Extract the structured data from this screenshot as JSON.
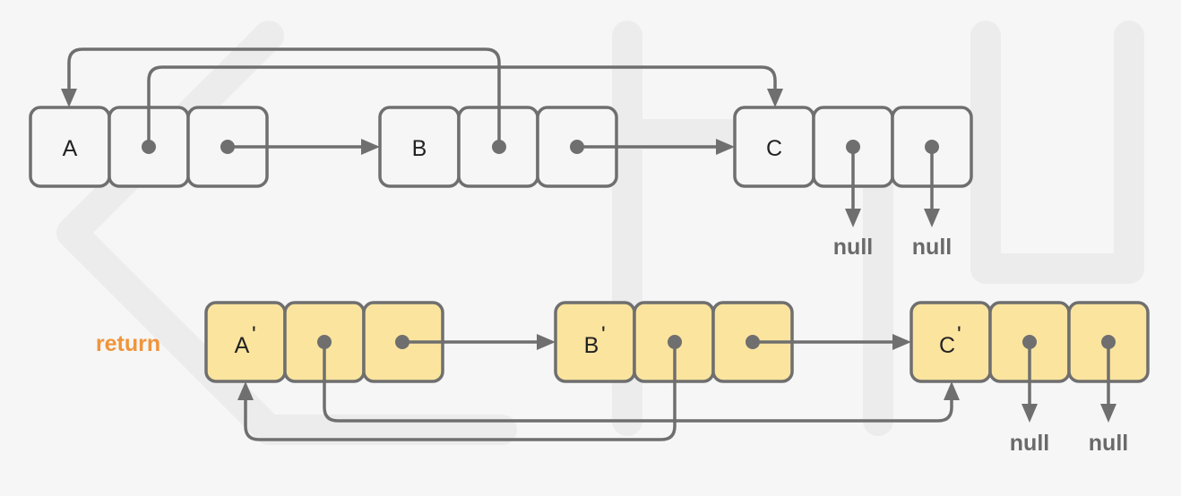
{
  "original_list": {
    "nodes": [
      {
        "label": "A",
        "next": "B",
        "random": "C"
      },
      {
        "label": "B",
        "next": "C",
        "random": "A"
      },
      {
        "label": "C",
        "next": "null",
        "random": "null"
      }
    ]
  },
  "copied_list": {
    "return_label": "return",
    "nodes": [
      {
        "label": "A",
        "mark": "'",
        "next": "B'",
        "random": "C'"
      },
      {
        "label": "B",
        "mark": "'",
        "next": "C'",
        "random": "A'"
      },
      {
        "label": "C",
        "mark": "'",
        "next": "null",
        "random": "null"
      }
    ]
  },
  "null_label": "null",
  "colors": {
    "original_fill": "#f6f6f6",
    "copy_fill": "#fbe49e",
    "stroke": "#6f6f6f",
    "return_text": "#f0943a",
    "null_text": "#6a6a6a"
  }
}
